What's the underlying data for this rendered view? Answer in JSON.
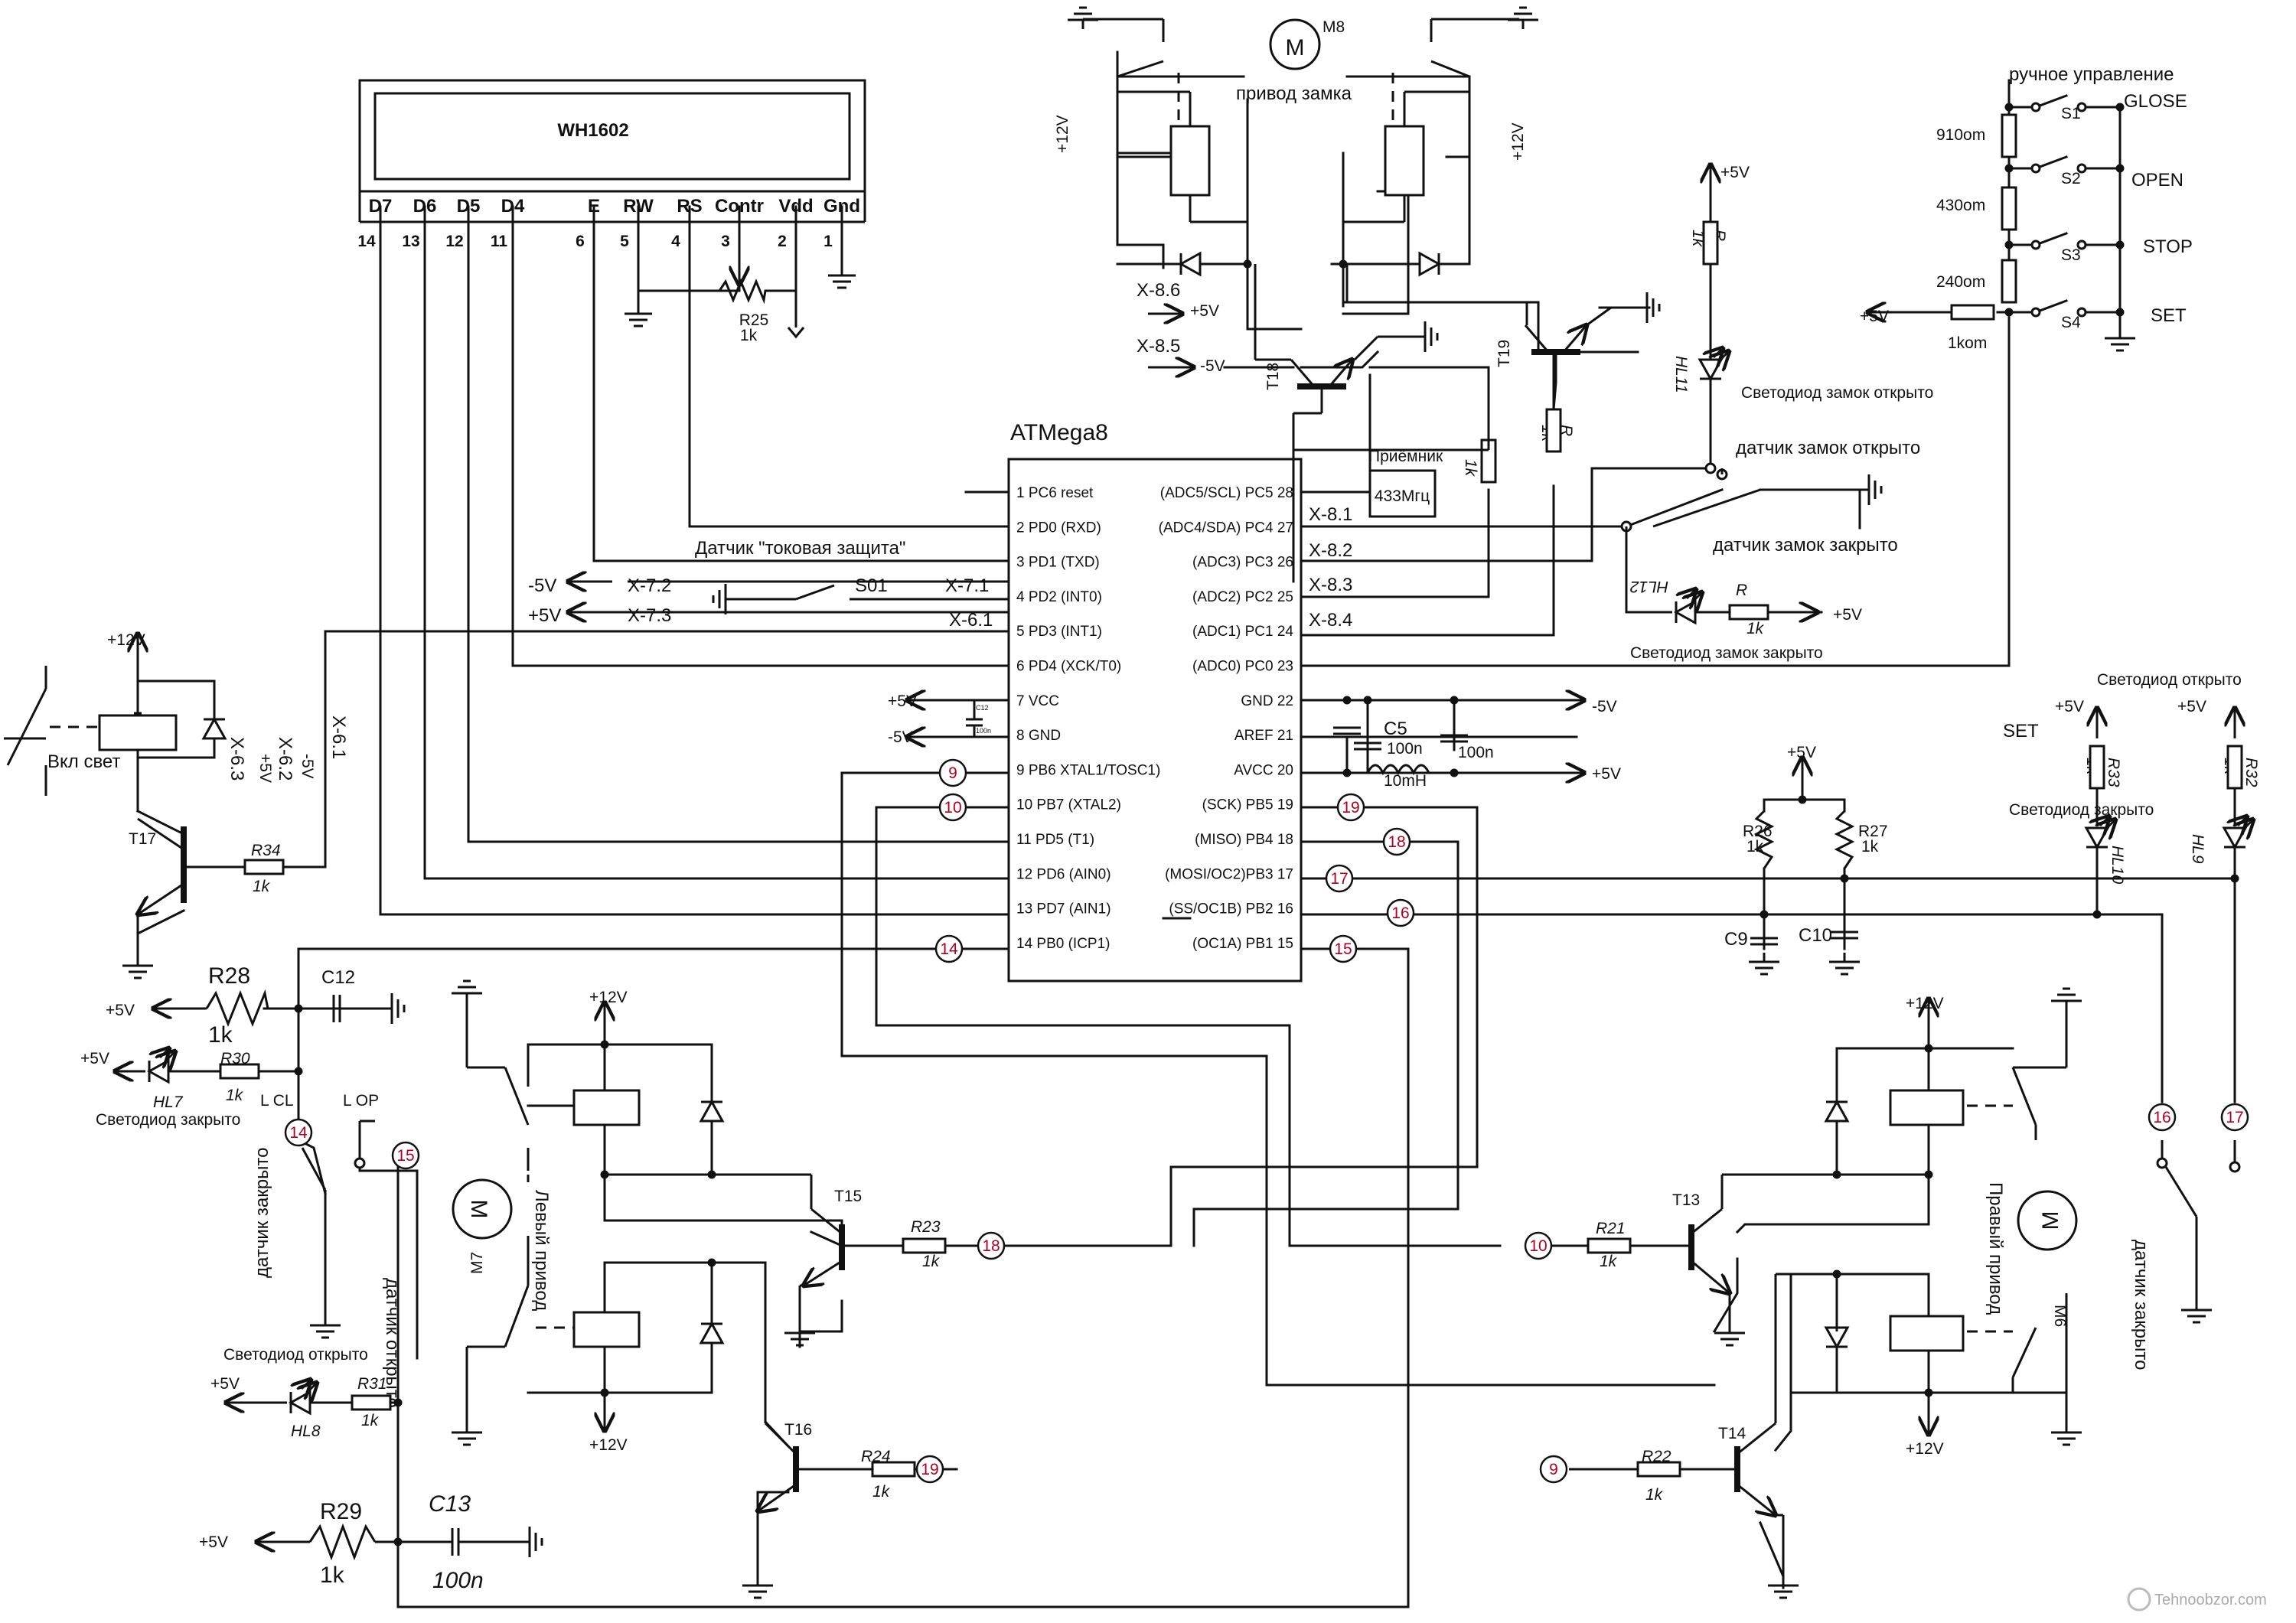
{
  "lcd": {
    "name": "WH1602",
    "pins": [
      {
        "label": "D7",
        "num": "14"
      },
      {
        "label": "D6",
        "num": "13"
      },
      {
        "label": "D5",
        "num": "12"
      },
      {
        "label": "D4",
        "num": "11"
      },
      {
        "label": "E",
        "num": "6"
      },
      {
        "label": "RW",
        "num": "5"
      },
      {
        "label": "RS",
        "num": "4"
      },
      {
        "label": "Contr",
        "num": "3"
      },
      {
        "label": "Vdd",
        "num": "2"
      },
      {
        "label": "Gnd",
        "num": "1"
      }
    ],
    "pot": {
      "ref": "R25",
      "value": "1k"
    }
  },
  "mcu": {
    "name": "ATMega8",
    "left_pins": [
      "1 PC6 reset",
      "2 PD0 (RXD)",
      "3 PD1 (TXD)",
      "4 PD2 (INT0)",
      "5 PD3 (INT1)",
      "6 PD4 (XCK/T0)",
      "7 VCC",
      "8 GND",
      "9 PB6 XTAL1/TOSC1)",
      "10 PB7 (XTAL2)",
      "11 PD5  (T1)",
      "12 PD6 (AIN0)",
      "13 PD7 (AIN1)",
      "14 PB0 (ICP1)"
    ],
    "right_pins": [
      "(ADC5/SCL) PC5 28",
      "(ADC4/SDA) PC4 27",
      "(ADC3) PC3 26",
      "(ADC2) PC2 25",
      "(ADC1) PC1 24",
      "(ADC0) PC0 23",
      "GND 22",
      "AREF  21",
      "AVCC  20",
      "(SCK) PB5 19",
      "(MISO) PB4 18",
      "(MOSI/OC2)PB3 17",
      "(SS/OC1B) PB2 16",
      "(OC1A) PB1 15"
    ]
  },
  "labels": {
    "m8_ref": "M8",
    "m8_name": "привод замка",
    "m7_ref": "M7",
    "m7_name": "Левый привод",
    "m6_ref": "M6",
    "m6_name": "Правый привод",
    "plus12v": "+12V",
    "plus5v": "+5V",
    "minus5v": "-5V",
    "x86": "X-8.6",
    "x85": "X-8.5",
    "x81": "X-8.1",
    "x82": "X-8.2",
    "x83": "X-8.3",
    "x84": "X-8.4",
    "x71": "X-7.1",
    "x72": "X-7.2",
    "x73": "X-7.3",
    "x61": "X-6.1",
    "x62": "X-6.2",
    "x63": "X-6.3",
    "t18": "T18",
    "t19": "T19",
    "t17": "T17",
    "t15": "T15",
    "t16": "T16",
    "t13": "T13",
    "t14": "T14",
    "r": "R",
    "k1": "1k",
    "receiver_title": "Приёмник",
    "receiver_freq": "433Мгц",
    "hl11": "HL11",
    "hl11_text": "Светодиод замок открыто",
    "sensor_lock_open": "датчик замок открыто",
    "sensor_lock_closed": "датчик замок закрыто",
    "hl12": "HL12",
    "hl12_text": "Светодиод замок закрыто",
    "current_protection": "Датчик \"токовая защита\"",
    "s01": "S01",
    "manual": "ручное управление",
    "glose": "GLOSE",
    "open": "OPEN",
    "stop": "STOP",
    "set": "SET",
    "s1": "S1",
    "s2": "S2",
    "s3": "S3",
    "s4": "S4",
    "r910": "910om",
    "r430": "430om",
    "r240": "240om",
    "r1kom": "1kom",
    "c5": "C5",
    "c100n": "100n",
    "c100n_small": "100n",
    "l10mh": "10mH",
    "c12": "C12",
    "c12_small": "C12",
    "c13": "C13",
    "c9": "C9",
    "c10": "C10",
    "r26": "R26",
    "r27": "R27",
    "r28": "R28",
    "r29": "R29",
    "r30": "R30",
    "r31": "R31",
    "r32": "R32",
    "r33": "R33",
    "r34": "R34",
    "r21": "R21",
    "r22": "R22",
    "r23": "R23",
    "r24": "R24",
    "hl7": "HL7",
    "hl8": "HL8",
    "hl9": "HL9",
    "hl10": "HL10",
    "led_closed": "Светодиод закрыто",
    "led_open": "Светодиод открыто",
    "sensor_closed": "датчик закрыто",
    "sensor_open": "датчик открыто",
    "l_cl": "L CL",
    "l_op": "L OP",
    "light": "Вкл свет",
    "watermark": "Tehnoobzor.com"
  },
  "nodes": [
    "9",
    "10",
    "14",
    "15",
    "16",
    "17",
    "18",
    "19"
  ]
}
